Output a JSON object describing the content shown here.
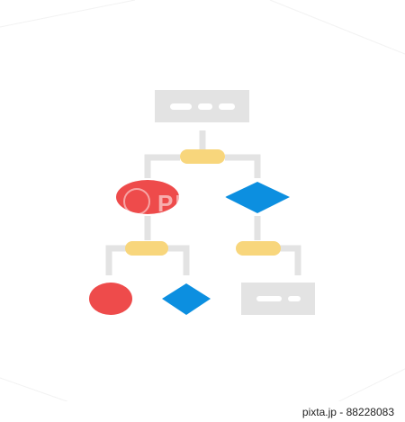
{
  "colors": {
    "box": "#e3e3e3",
    "box_dash": "#ffffff",
    "connector": "#e3e3e3",
    "label_pill": "#f8d67c",
    "ellipse": "#ee4b4b",
    "diamond": "#0c8fe0"
  },
  "watermark": {
    "text": "PIXTA"
  },
  "footer": {
    "site": "pixta.jp",
    "separator": " - ",
    "image_number": "88228083"
  }
}
